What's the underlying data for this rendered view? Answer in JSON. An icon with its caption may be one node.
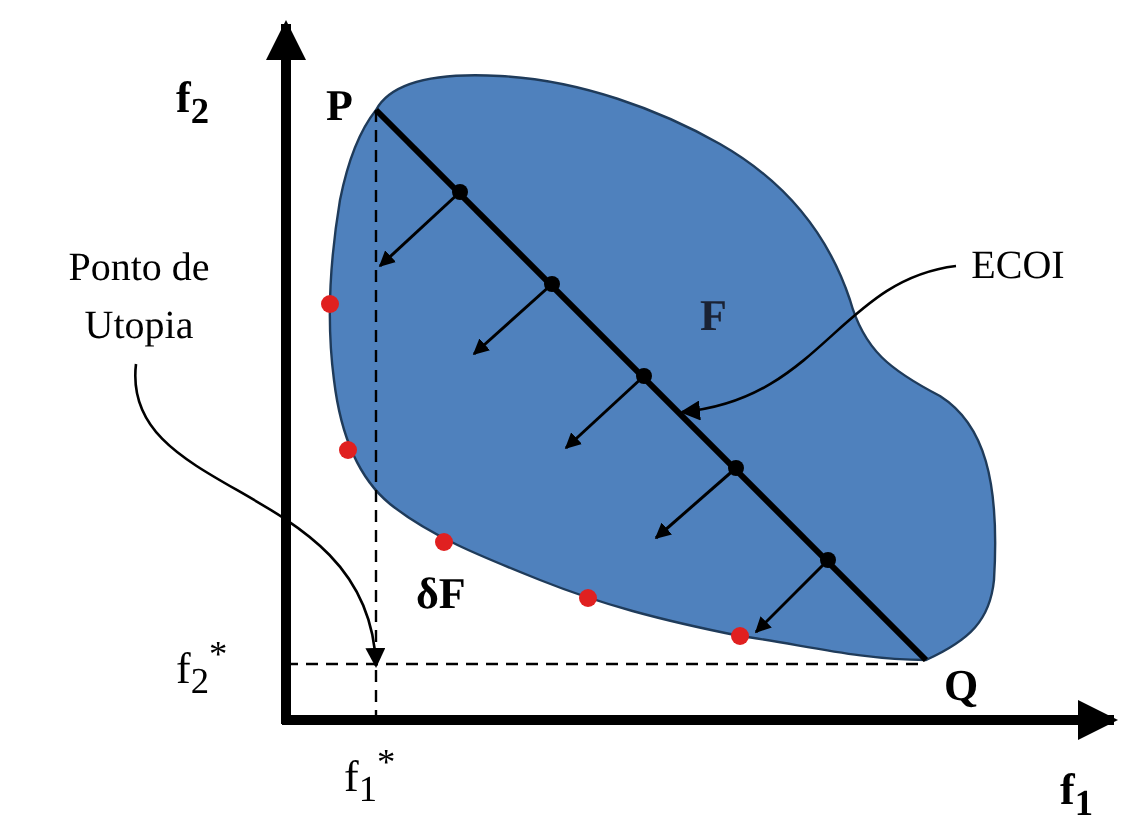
{
  "diagram": {
    "nodes": [
      {
        "text": [
          "Ponto de Utopia"
        ]
      },
      {
        "text": [
          "ECOI"
        ]
      },
      {
        "text": [
          "F"
        ]
      }
    ],
    "edges": [
      {
        "from": 0,
        "to": null,
        "arrow": "to"
      },
      {
        "from": 1,
        "to": 2,
        "arrow": "to"
      }
    ],
    "labels": [
      "f$_{2}$",
      "P",
      "δF",
      "f$_{2}$$^{*}$",
      "f$_{1}$$^{*}$",
      "Q",
      "f$_{1}$"
    ]
  }
}
